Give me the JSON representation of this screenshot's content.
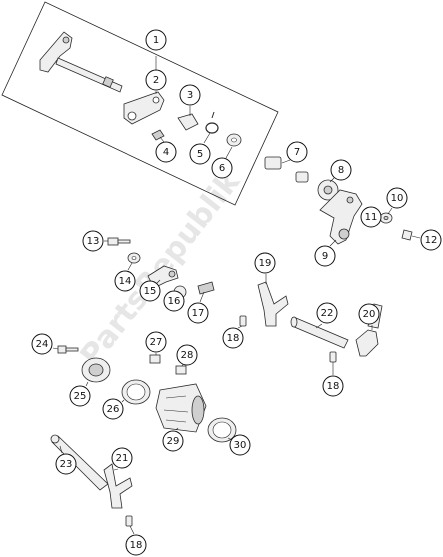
{
  "watermark": "PartsRepublik",
  "callouts": [
    {
      "id": "c1",
      "label": "1"
    },
    {
      "id": "c2",
      "label": "2"
    },
    {
      "id": "c3",
      "label": "3"
    },
    {
      "id": "c4",
      "label": "4"
    },
    {
      "id": "c5",
      "label": "5"
    },
    {
      "id": "c6",
      "label": "6"
    },
    {
      "id": "c7",
      "label": "7"
    },
    {
      "id": "c8",
      "label": "8"
    },
    {
      "id": "c9",
      "label": "9"
    },
    {
      "id": "c10",
      "label": "10"
    },
    {
      "id": "c11",
      "label": "11"
    },
    {
      "id": "c12",
      "label": "12"
    },
    {
      "id": "c13",
      "label": "13"
    },
    {
      "id": "c14",
      "label": "14"
    },
    {
      "id": "c15",
      "label": "15"
    },
    {
      "id": "c16",
      "label": "16"
    },
    {
      "id": "c17",
      "label": "17"
    },
    {
      "id": "c18a",
      "label": "18"
    },
    {
      "id": "c18b",
      "label": "18"
    },
    {
      "id": "c18c",
      "label": "18"
    },
    {
      "id": "c19",
      "label": "19"
    },
    {
      "id": "c20",
      "label": "20"
    },
    {
      "id": "c21",
      "label": "21"
    },
    {
      "id": "c22",
      "label": "22"
    },
    {
      "id": "c23",
      "label": "23"
    },
    {
      "id": "c24",
      "label": "24"
    },
    {
      "id": "c25",
      "label": "25"
    },
    {
      "id": "c26",
      "label": "26"
    },
    {
      "id": "c27",
      "label": "27"
    },
    {
      "id": "c28",
      "label": "28"
    },
    {
      "id": "c29",
      "label": "29"
    },
    {
      "id": "c30",
      "label": "30"
    }
  ]
}
